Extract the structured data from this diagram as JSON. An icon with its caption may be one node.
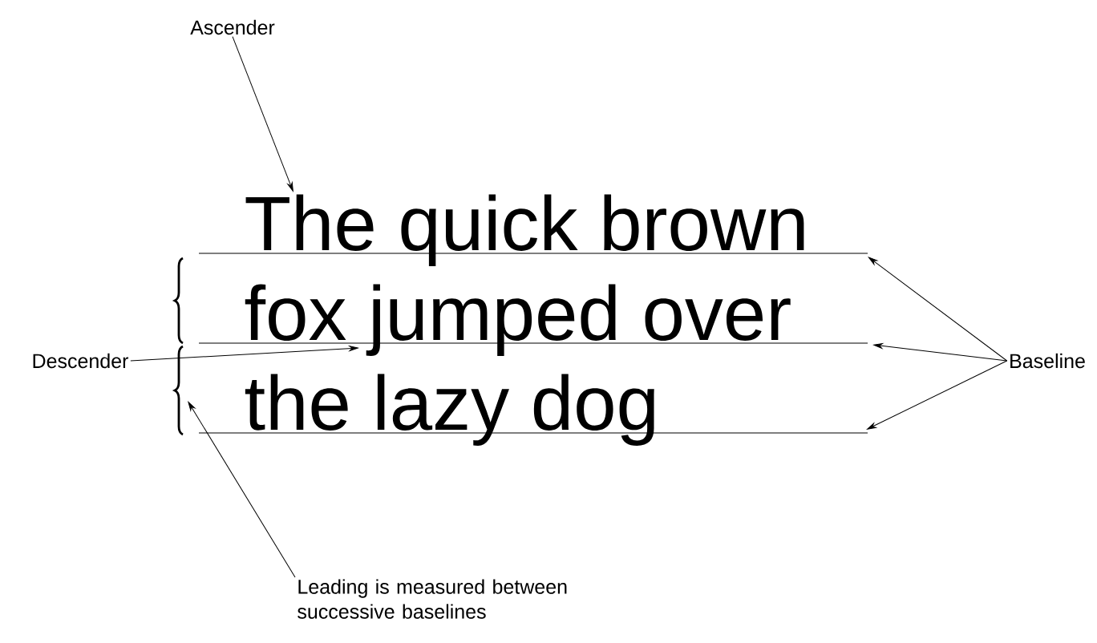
{
  "diagram": {
    "nodes": [
      {
        "text": [
          "Ascender"
        ]
      },
      {
        "text": [
          "Descender"
        ]
      },
      {
        "text": [
          "Baseline"
        ]
      },
      {
        "text": [
          "Leading is measured between successive baselines"
        ]
      },
      {
        "text": [
          "The quick brown"
        ]
      },
      {
        "text": [
          "fox jumped over"
        ]
      },
      {
        "text": [
          "the lazy dog"
        ]
      }
    ],
    "edges": [
      {
        "from": 0,
        "to": 4,
        "arrow": "to"
      },
      {
        "from": 1,
        "to": 5,
        "arrow": "to"
      },
      {
        "from": 2,
        "to": null,
        "arrow": "to"
      },
      {
        "from": 2,
        "to": null,
        "arrow": "to"
      },
      {
        "from": 2,
        "to": null,
        "arrow": "to"
      },
      {
        "from": 3,
        "to": null,
        "arrow": "to"
      }
    ]
  }
}
